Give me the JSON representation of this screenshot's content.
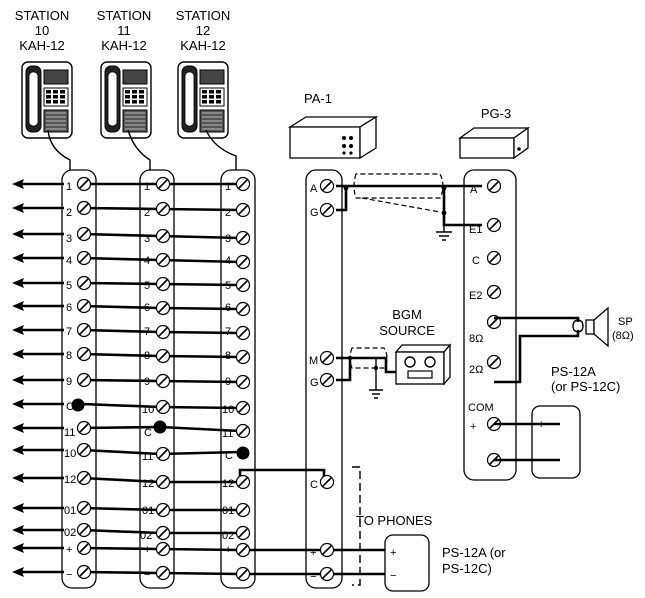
{
  "stations": [
    {
      "label1": "STATION",
      "label2": "10",
      "label3": "KAH-12"
    },
    {
      "label1": "STATION",
      "label2": "11",
      "label3": "KAH-12"
    },
    {
      "label1": "STATION",
      "label2": "12",
      "label3": "KAH-12"
    }
  ],
  "strip_terminals": {
    "s10": [
      "1",
      "2",
      "3",
      "4",
      "5",
      "6",
      "7",
      "8",
      "9",
      "C",
      "11",
      "10",
      "12",
      "01",
      "02",
      "+",
      "−"
    ],
    "s11": [
      "1",
      "2",
      "3",
      "4",
      "5",
      "6",
      "7",
      "8",
      "9",
      "10",
      "C",
      "11",
      "12",
      "01",
      "02",
      "+",
      "−"
    ],
    "s12": [
      "1",
      "2",
      "3",
      "4",
      "5",
      "6",
      "7",
      "8",
      "9",
      "10",
      "11",
      "C",
      "12",
      "01",
      "02",
      "+",
      "−"
    ]
  },
  "pa1": {
    "title": "PA-1",
    "terminals": [
      "A",
      "G",
      "M",
      "G",
      "C",
      "+",
      "−"
    ]
  },
  "pg3": {
    "title": "PG-3",
    "terminals": [
      "A",
      "E1",
      "C",
      "E2",
      "8Ω",
      "2Ω",
      "COM"
    ]
  },
  "bgm": {
    "line1": "BGM",
    "line2": "SOURCE"
  },
  "speaker": {
    "line1": "SP",
    "line2": "(8Ω)"
  },
  "ps_right": {
    "line1": "PS-12A",
    "line2": "(or PS-12C)",
    "terminals": [
      "+",
      "−"
    ]
  },
  "ps_bottom": {
    "line1": "PS-12A (or",
    "line2": "PS-12C)",
    "terminals": [
      "+",
      "−"
    ]
  },
  "to_phones": "TO PHONES"
}
